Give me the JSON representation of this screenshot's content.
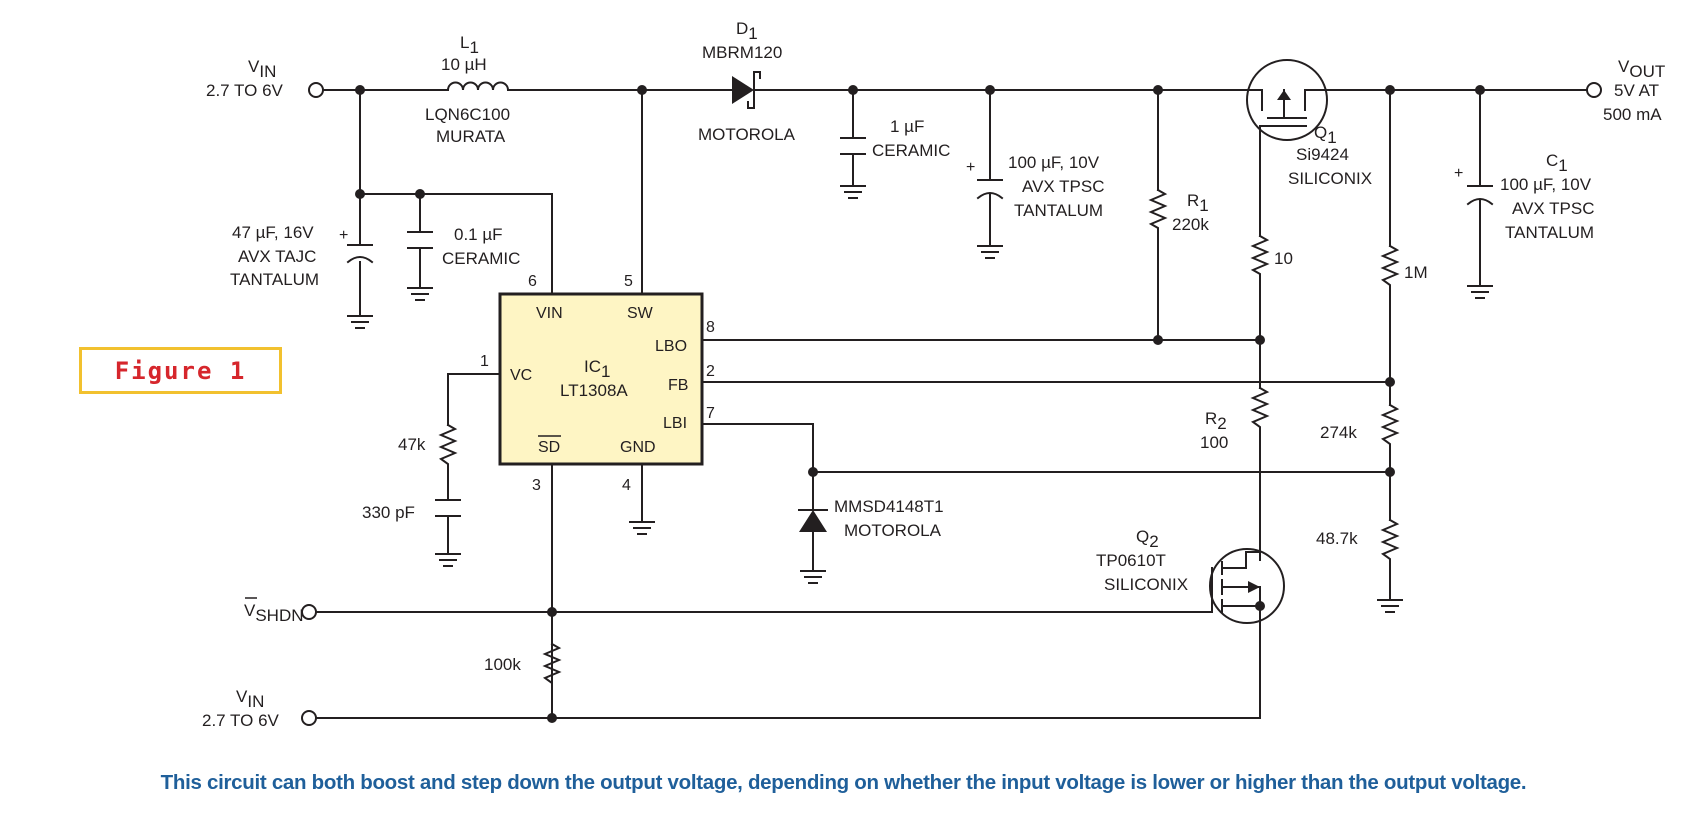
{
  "figure_label": "Figure 1",
  "caption": "This circuit can both boost and step down the output voltage, depending on whether the input voltage is lower or higher than the output voltage.",
  "vin_top": {
    "name": "V",
    "sub": "IN",
    "range": "2.7 TO 6V"
  },
  "vin_bottom": {
    "name": "V",
    "sub": "IN",
    "range": "2.7 TO 6V"
  },
  "vout": {
    "name": "V",
    "sub": "OUT",
    "rating1": "5V AT",
    "rating2": "500 mA"
  },
  "vshdn": {
    "name": "V",
    "sub": "SHDN"
  },
  "l1": {
    "ref": "L",
    "sub": "1",
    "value": "10 µH",
    "part": "LQN6C100",
    "maker": "MURATA"
  },
  "d1": {
    "ref": "D",
    "sub": "1",
    "part": "MBRM120",
    "maker": "MOTOROLA"
  },
  "c_ceramic_1uf": {
    "value": "1 µF",
    "type": "CERAMIC"
  },
  "c_100uf_mid": {
    "value": "100 µF, 10V",
    "type": "AVX TPSC",
    "type2": "TANTALUM"
  },
  "r1": {
    "ref": "R",
    "sub": "1",
    "value": "220k"
  },
  "q1": {
    "ref": "Q",
    "sub": "1",
    "part": "Si9424",
    "maker": "SILICONIX"
  },
  "c1": {
    "ref": "C",
    "sub": "1",
    "value": "100 µF, 10V",
    "type": "AVX TPSC",
    "type2": "TANTALUM"
  },
  "c_47uf": {
    "value": "47 µF, 16V",
    "type": "AVX TAJC",
    "type2": "TANTALUM"
  },
  "c_01uf": {
    "value": "0.1 µF",
    "type": "CERAMIC"
  },
  "ic1": {
    "ref": "IC",
    "sub": "1",
    "part": "LT1308A",
    "pins": {
      "vin": "VIN",
      "sw": "SW",
      "lbo": "LBO",
      "vc": "VC",
      "fb": "FB",
      "lbi": "LBI",
      "sd": "SD",
      "gnd": "GND"
    },
    "pin_numbers": {
      "vin": "6",
      "sw": "5",
      "lbo": "8",
      "vc": "1",
      "fb": "2",
      "lbi": "7",
      "sd": "3",
      "gnd": "4"
    }
  },
  "r_gate_q1": {
    "value": "10"
  },
  "r_1m": {
    "value": "1M"
  },
  "r_274k": {
    "value": "274k"
  },
  "r_487k": {
    "value": "48.7k"
  },
  "r2": {
    "ref": "R",
    "sub": "2",
    "value": "100"
  },
  "r_47k": {
    "value": "47k"
  },
  "c_330pf": {
    "value": "330 pF"
  },
  "d_mmsd": {
    "part": "MMSD4148T1",
    "maker": "MOTOROLA"
  },
  "q2": {
    "ref": "Q",
    "sub": "2",
    "part": "TP0610T",
    "maker": "SILICONIX"
  },
  "r_100k": {
    "value": "100k"
  },
  "colors": {
    "ic_fill": "#fef5c4",
    "figure_border": "#f2c12e",
    "figure_text": "#d6262c",
    "caption": "#1f5f9a",
    "ink": "#231f20"
  }
}
